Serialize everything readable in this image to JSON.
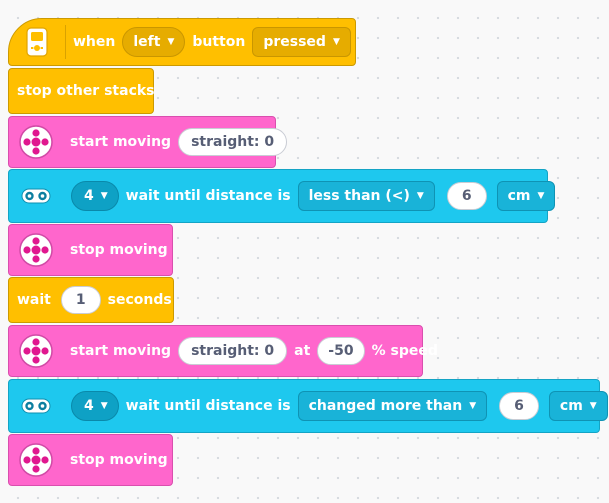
{
  "blocks": {
    "hat": {
      "when": "when",
      "button_value": "left",
      "button_word": "button",
      "state_value": "pressed"
    },
    "stop_other": {
      "label": "stop other stacks"
    },
    "start1": {
      "label": "start moving",
      "straight": "straight: 0"
    },
    "wait_dist1": {
      "port": "4",
      "label": "wait until distance is",
      "comparison": "less than (<)",
      "value": "6",
      "unit": "cm"
    },
    "stop1": {
      "label": "stop moving"
    },
    "wait_secs": {
      "wait": "wait",
      "value": "1",
      "seconds": "seconds"
    },
    "start2": {
      "label": "start moving",
      "straight": "straight: 0",
      "at": "at",
      "speed": "-50",
      "suffix": "% speed"
    },
    "wait_dist2": {
      "port": "4",
      "label": "wait until distance is",
      "comparison": "changed more than",
      "value": "6",
      "unit": "cm"
    },
    "stop2": {
      "label": "stop moving"
    }
  },
  "colors": {
    "events": "#ffbf00",
    "movement": "#ff66cc",
    "sensors": "#1ec8ee",
    "canvas": "#f9f9f9"
  },
  "icons": {
    "hub": "hub-icon",
    "wheels": "wheels-icon",
    "distance_sensor": "distance-sensor-icon",
    "dropdown": "chevron-down-icon"
  }
}
